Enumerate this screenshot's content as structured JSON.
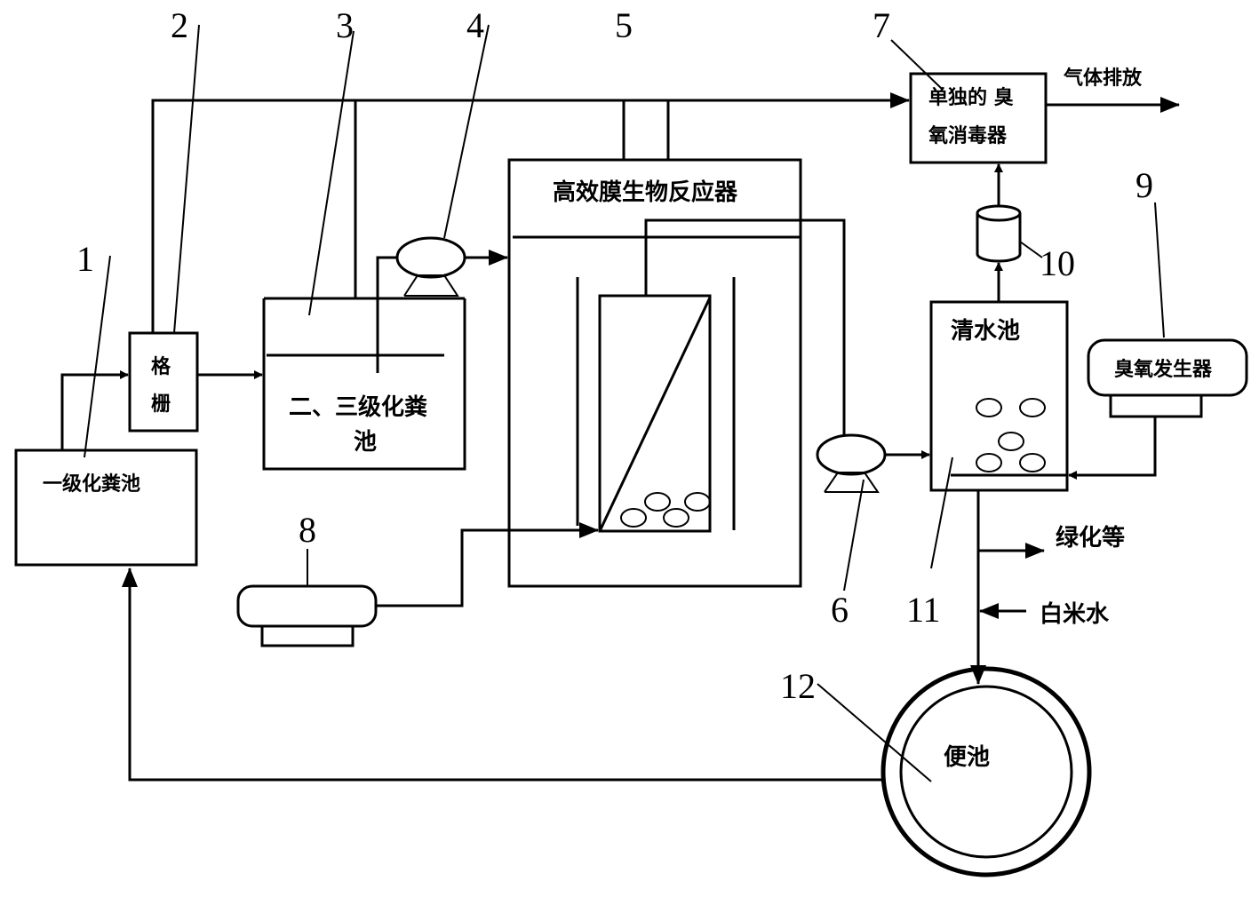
{
  "numbers": {
    "n1": "1",
    "n2": "2",
    "n3": "3",
    "n4": "4",
    "n5": "5",
    "n6": "6",
    "n7": "7",
    "n8": "8",
    "n9": "9",
    "n10": "10",
    "n11": "11",
    "n12": "12"
  },
  "labels": {
    "primary_tank": "一级化粪池",
    "grid_line1": "格",
    "grid_line2": "栅",
    "secondary_tank_line1": "二、三级化粪",
    "secondary_tank_line2": "池",
    "mbr": "高效膜生物反应器",
    "ozone_disinfector_line1": "单独的 臭",
    "ozone_disinfector_line2": "氧消毒器",
    "gas_emission": "气体排放",
    "clear_water_tank": "清水池",
    "ozone_generator": "臭氧发生器",
    "greening": "绿化等",
    "rice_water": "白米水",
    "toilet_tank": "便池"
  }
}
